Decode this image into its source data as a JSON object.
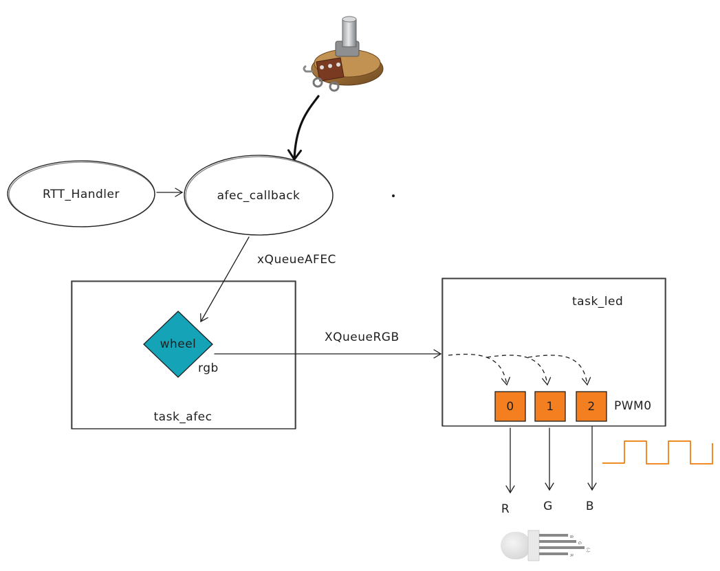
{
  "nodes": {
    "rtt_handler": "RTT_Handler",
    "afec_callback": "afec_callback",
    "task_afec": "task_afec",
    "task_led": "task_led",
    "wheel": "wheel",
    "rgb": "rgb"
  },
  "edges": {
    "x_queue_afec": "xQueueAFEC",
    "x_queue_rgb": "XQueueRGB"
  },
  "pwm": {
    "label": "PWM0",
    "channels": [
      "0",
      "1",
      "2"
    ]
  },
  "outputs": [
    "R",
    "G",
    "B"
  ],
  "led_pins": [
    "B",
    "G",
    "(-)",
    "R"
  ],
  "colors": {
    "wheel_fill": "#15a3b8",
    "channel_fill": "#f47f20",
    "pwm_wave": "#f08a24",
    "ink": "#1e1e1e"
  }
}
